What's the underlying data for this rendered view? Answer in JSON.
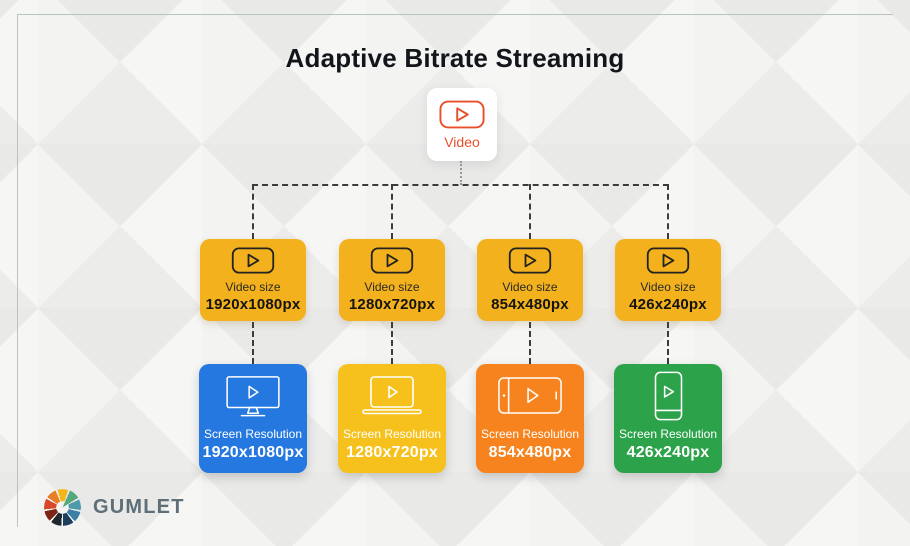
{
  "header": {
    "title": "Adaptive Bitrate Streaming"
  },
  "root_node": {
    "label": "Video",
    "accent_color": "#E8502B"
  },
  "columns": [
    {
      "size_label": "Video size",
      "size_resolution": "1920x1080px",
      "screen_label": "Screen Resolution",
      "screen_resolution": "1920x1080px",
      "device": "desktop-monitor",
      "size_box_color": "#F2B11D",
      "screen_box_color": "#2478DF"
    },
    {
      "size_label": "Video size",
      "size_resolution": "1280x720px",
      "screen_label": "Screen Resolution",
      "screen_resolution": "1280x720px",
      "device": "laptop",
      "size_box_color": "#F2B11D",
      "screen_box_color": "#F6C11C"
    },
    {
      "size_label": "Video size",
      "size_resolution": "854x480px",
      "screen_label": "Screen Resolution",
      "screen_resolution": "854x480px",
      "device": "tablet-landscape",
      "size_box_color": "#F2B11D",
      "screen_box_color": "#F6831D"
    },
    {
      "size_label": "Video size",
      "size_resolution": "426x240px",
      "screen_label": "Screen Resolution",
      "screen_resolution": "426x240px",
      "device": "smartphone",
      "size_box_color": "#F2B11D",
      "screen_box_color": "#2CA34A"
    }
  ],
  "footer": {
    "brand": "GUMLET"
  },
  "colors": {
    "dashed_line": "#3c3c3c",
    "dotted_line": "#979797",
    "frame_border": "#b7c2c1",
    "title_text": "#121519",
    "brand_text": "#5E6F78"
  }
}
